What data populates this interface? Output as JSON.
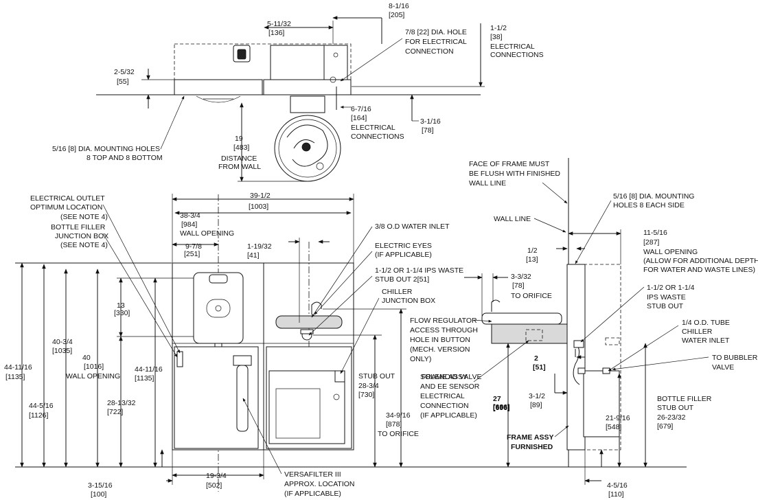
{
  "top_view": {
    "dim_5_11_32": "5-11/32",
    "dim_136": "[136]",
    "dim_8_1_16": "8-1/16",
    "dim_205": "[205]",
    "hole_line1": "7/8 [22] DIA. HOLE",
    "hole_line2": "FOR ELECTRICAL",
    "hole_line3": "CONNECTION",
    "dim_1_1_2": "1-1/2",
    "dim_38": "[38]",
    "elec_line1": "ELECTRICAL",
    "elec_line2": "CONNECTIONS",
    "dim_2_5_32": "2-5/32",
    "dim_55": "[55]",
    "dim_6_7_16": "6-7/16",
    "dim_164": "[164]",
    "elec2_line1": "ELECTRICAL",
    "elec2_line2": "CONNECTIONS",
    "dim_3_1_16": "3-1/16",
    "dim_78": "[78]",
    "dim_19": "19",
    "dim_483": "[483]",
    "dist_line1": "DISTANCE",
    "dist_line2": "FROM WALL",
    "mount_line1": "5/16 [8] DIA. MOUNTING HOLES",
    "mount_line2": "8 TOP AND 8 BOTTOM"
  },
  "front_view": {
    "outlet_line1": "ELECTRICAL OUTLET",
    "outlet_line2": "OPTIMUM LOCATION",
    "outlet_line3": "(SEE NOTE 4)",
    "bfjb_line1": "BOTTLE FILLER",
    "bfjb_line2": "JUNCTION BOX",
    "bfjb_line3": "(SEE NOTE 4)",
    "dim_39_1_2": "39-1/2",
    "dim_1003": "[1003]",
    "dim_38_3_4": "38-3/4",
    "dim_984": "[984]",
    "wall_opening": "WALL OPENING",
    "dim_9_7_8": "9-7/8",
    "dim_251": "[251]",
    "dim_1_19_32": "1-19/32",
    "dim_41": "[41]",
    "water_inlet": "3/8 O.D WATER INLET",
    "eyes_line1": "ELECTRIC EYES",
    "eyes_line2": "(IF APPLICABLE)",
    "waste_line1": "1-1/2 OR 1-1/4 IPS WASTE",
    "waste_line2": "STUB OUT 2[51]",
    "chiller_line1": "CHILLER",
    "chiller_line2": "JUNCTION BOX",
    "dim_13": "13",
    "dim_330": "[330]",
    "dim_44_11_16": "44-11/16",
    "dim_1135": "[1135]",
    "dim_44_5_16": "44-5/16",
    "dim_1126": "[1126]",
    "dim_40_3_4": "40-3/4",
    "dim_1035": "[1035]",
    "dim_40": "40",
    "dim_1016": "[1016]",
    "wall_opening_2": "WALL OPENING",
    "dim_28_13_32": "28-13/32",
    "dim_722": "[722]",
    "dim_44_11_16_b": "44-11/16",
    "dim_1135_b": "[1135]",
    "stub_out": "STUB OUT",
    "dim_28_3_4": "28-3/4",
    "dim_730": "[730]",
    "dim_34_9_16": "34-9/16",
    "dim_878": "[878]",
    "to_orifice": "TO ORIFICE",
    "dim_3_15_16": "3-15/16",
    "dim_100": "[100]",
    "dim_19_3_4": "19-3/4",
    "dim_502": "[502]",
    "versa_line1": "VERSAFILTER III",
    "versa_line2": "APPROX. LOCATION",
    "versa_line3": "(IF APPLICABLE)"
  },
  "side_view": {
    "face_line1": "FACE OF FRAME MUST",
    "face_line2": "BE FLUSH WITH FINISHED",
    "face_line3": "WALL LINE",
    "mount_line1": "5/16 [8] DIA. MOUNTING",
    "mount_line2": "HOLES 8 EACH SIDE",
    "wall_line": "WALL LINE",
    "dim_11_5_16": "11-5/16",
    "dim_287": "[287]",
    "wo_line1": "WALL OPENING",
    "wo_line2": "(ALLOW FOR ADDITIONAL DEPTH",
    "wo_line3": "FOR WATER AND WASTE LINES)",
    "dim_1_2": "1/2",
    "dim_13": "[13]",
    "dim_3_3_32": "3-3/32",
    "dim_78": "[78]",
    "to_orifice": "TO ORIFICE",
    "ips_line1": "1-1/2 OR 1-1/4",
    "ips_line2": "IPS WASTE",
    "ips_line3": "STUB OUT",
    "flow_line1": "FLOW REGULATOR",
    "flow_line2": "ACCESS THROUGH",
    "flow_line3": "HOLE IN BUTTON",
    "flow_line4": "(MECH. VERSION",
    "flow_line5": "ONLY)",
    "tube_line1": "1/4 O.D. TUBE",
    "tube_line2": "CHILLER",
    "tube_line3": "WATER INLET",
    "dim_2": "2",
    "dim_51": "[51]",
    "to_bubbler_line1": "TO BUBBLER",
    "to_bubbler_line2": "VALVE",
    "sol_overlap_a": "SOLENOID VALVE",
    "sol_overlap_b": "FRAME ASSY",
    "sol_line2": "AND EE SENSOR",
    "sol_line3": "ELECTRICAL",
    "sol_line4": "CONNECTION",
    "sol_line5": "(IF APPLICABLE)",
    "dim_27": "27",
    "dim_686_a": "[686]",
    "dim_686_b": "[696]",
    "dim_3_1_2": "3-1/2",
    "dim_89": "[89]",
    "bfs_line1": "BOTTLE FILLER",
    "bfs_line2": "STUB OUT",
    "bfs_line3": "26-23/32",
    "bfs_line4": "[679]",
    "dim_21_9_16": "21-9/16",
    "dim_548": "[548]",
    "frame_line1": "FRAME ASSY",
    "frame_line2": "FURNISHED",
    "dim_4_5_16": "4-5/16",
    "dim_110": "[110]"
  }
}
